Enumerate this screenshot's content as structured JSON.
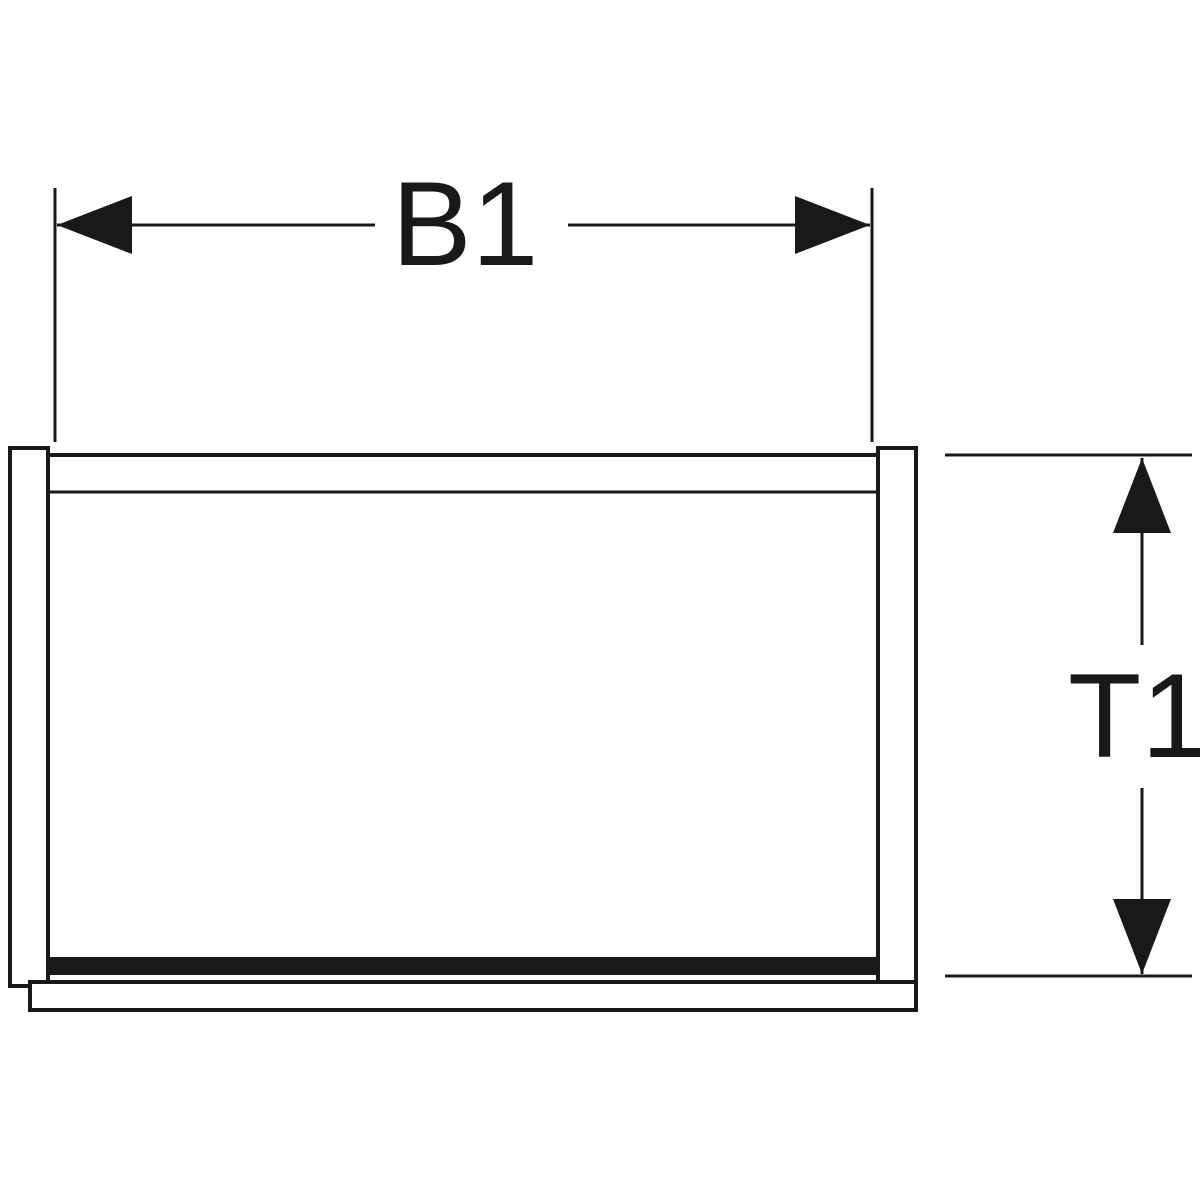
{
  "diagram": {
    "kind": "technical-dimension-drawing",
    "dimensions": {
      "width_label": "B1",
      "depth_label": "T1"
    },
    "colors": {
      "line": "#191919",
      "background": "#ffffff"
    }
  }
}
